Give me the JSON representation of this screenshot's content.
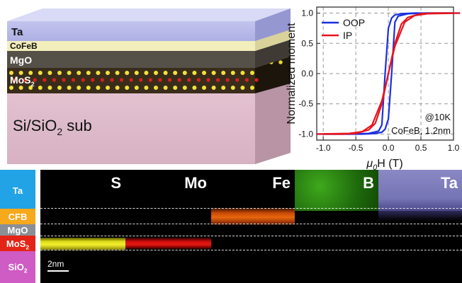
{
  "stack": {
    "layers": [
      "Ta",
      "CoFeB",
      "MgO",
      "MoS",
      "2"
    ],
    "substrate": {
      "pre": "Si/SiO",
      "sub": "2",
      "post": " sub"
    }
  },
  "hysteresis": {
    "ylabel": "Normalized moment",
    "xlabel": {
      "mu": "μ",
      "sub": "0",
      "rest": "H (T)"
    },
    "xticks": [
      "-1.0",
      "-0.5",
      "0.0",
      "0.5",
      "1.0"
    ],
    "yticks": [
      "1.0",
      "0.5",
      "0.0",
      "-0.5",
      "-1.0"
    ],
    "legend": [
      {
        "label": "OOP",
        "color": "#1a2fe0"
      },
      {
        "label": "IP",
        "color": "#e8141c"
      }
    ],
    "annotations": [
      "@10K",
      "CoFeB, 1.2nm"
    ]
  },
  "chart_data": {
    "type": "line",
    "xlabel": "μ0H (T)",
    "ylabel": "Normalized moment",
    "xlim": [
      -1.1,
      1.0
    ],
    "ylim": [
      -1.1,
      1.1
    ],
    "grid": true,
    "legend_position": "top-left",
    "series": [
      {
        "name": "OOP",
        "color": "#1a2fe0",
        "x": [
          -1.1,
          -0.6,
          -0.3,
          -0.15,
          -0.1,
          -0.05,
          0.0,
          0.05,
          0.1,
          0.2,
          0.4,
          1.0
        ],
        "y": [
          -1.0,
          -1.0,
          -0.99,
          -0.95,
          -0.85,
          0.0,
          0.75,
          0.92,
          0.97,
          0.99,
          1.0,
          1.0
        ]
      },
      {
        "name": "IP",
        "color": "#e8141c",
        "x": [
          -1.1,
          -0.6,
          -0.4,
          -0.25,
          -0.1,
          0.0,
          0.1,
          0.2,
          0.3,
          0.5,
          0.7,
          1.0
        ],
        "y": [
          -1.0,
          -0.99,
          -0.96,
          -0.85,
          -0.45,
          0.0,
          0.5,
          0.82,
          0.93,
          0.99,
          1.0,
          1.0
        ]
      }
    ]
  },
  "eds": {
    "layer_labels": [
      {
        "text": "Ta",
        "color": "#21a3e6"
      },
      {
        "text": "CFB",
        "color": "#f7a81b"
      },
      {
        "text": "MgO",
        "color": "#8a8f96"
      },
      {
        "text": "MoS",
        "sub": "2",
        "color": "#e32416"
      },
      {
        "text": "SiO",
        "sub": "2",
        "color": "#cf5bc4"
      }
    ],
    "maps": [
      {
        "label": "S"
      },
      {
        "label": "Mo"
      },
      {
        "label": "Fe"
      },
      {
        "label": "B"
      },
      {
        "label": "Ta"
      }
    ],
    "scalebar": "2nm"
  }
}
